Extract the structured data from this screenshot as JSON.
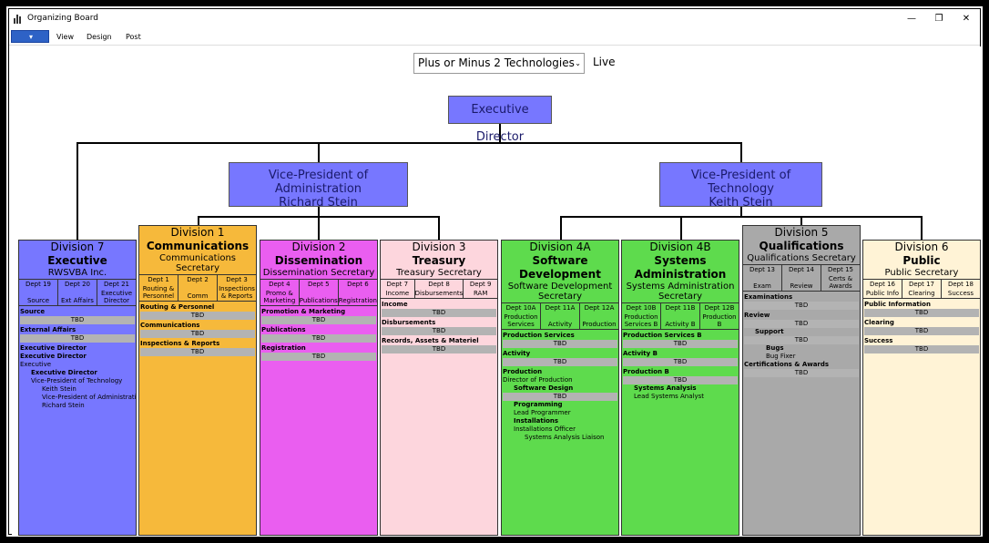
{
  "window": {
    "title": "Organizing Board",
    "minimize": "—",
    "restore": "❐",
    "close": "✕"
  },
  "menu": {
    "app_button": "▾",
    "items": [
      "View",
      "Design",
      "Post"
    ]
  },
  "toolbar": {
    "selector_value": "Plus or Minus 2 Technologies",
    "live_label": "Live"
  },
  "colors": {
    "exec": "#7777ff",
    "div1": "#f6b93b",
    "div2": "#ea5ef0",
    "div3": "#fdd6dd",
    "div4a": "#5edb4d",
    "div4b": "#5edb4d",
    "div5": "#a9a9a9",
    "div6": "#fff3d6",
    "tbd_bar": "#b3b3b3"
  },
  "executive_director": {
    "title": "Executive Director"
  },
  "vp_admin": {
    "title": "Vice-President of Administration",
    "name": "Richard Stein"
  },
  "vp_tech": {
    "title": "Vice-President of Technology",
    "name": "Keith Stein"
  },
  "divisions": [
    {
      "division": "Division 7",
      "name": "Executive",
      "secretary": "RWSVBA Inc.",
      "depts": [
        {
          "num": "Dept 19",
          "label": "Source"
        },
        {
          "num": "Dept 20",
          "label": "Ext Affairs"
        },
        {
          "num": "Dept 21",
          "label": "Executive Director"
        }
      ],
      "functions": [
        {
          "name": "Source",
          "items": [
            "TBD"
          ]
        },
        {
          "name": "External Affairs",
          "items": [
            "TBD"
          ]
        },
        {
          "name": "Executive Director",
          "items": []
        }
      ],
      "hierarchy": [
        "Executive Director",
        "Executive",
        "Executive Director",
        "Vice-President of Technology",
        "Keith Stein",
        "Vice-President of Administration",
        "Richard Stein"
      ]
    },
    {
      "division": "Division 1",
      "name": "Communications",
      "secretary": "Communications Secretary",
      "depts": [
        {
          "num": "Dept 1",
          "label": "Routing & Personnel"
        },
        {
          "num": "Dept 2",
          "label": "Comm"
        },
        {
          "num": "Dept 3",
          "label": "Inspections & Reports"
        }
      ],
      "functions": [
        {
          "name": "Routing & Personnel",
          "items": [
            "TBD"
          ]
        },
        {
          "name": "Communications",
          "items": [
            "TBD"
          ]
        },
        {
          "name": "Inspections & Reports",
          "items": [
            "TBD"
          ]
        }
      ]
    },
    {
      "division": "Division 2",
      "name": "Dissemination",
      "secretary": "Dissemination Secretary",
      "depts": [
        {
          "num": "Dept 4",
          "label": "Promo & Marketing"
        },
        {
          "num": "Dept 5",
          "label": "Publications"
        },
        {
          "num": "Dept 6",
          "label": "Registration"
        }
      ],
      "functions": [
        {
          "name": "Promotion & Marketing",
          "items": [
            "TBD"
          ]
        },
        {
          "name": "Publications",
          "items": [
            "TBD"
          ]
        },
        {
          "name": "Registration",
          "items": [
            "TBD"
          ]
        }
      ]
    },
    {
      "division": "Division 3",
      "name": "Treasury",
      "secretary": "Treasury Secretary",
      "depts": [
        {
          "num": "Dept 7",
          "label": "Income"
        },
        {
          "num": "Dept 8",
          "label": "Disbursements"
        },
        {
          "num": "Dept 9",
          "label": "RAM"
        }
      ],
      "functions": [
        {
          "name": "Income",
          "items": [
            "TBD"
          ]
        },
        {
          "name": "Disbursements",
          "items": [
            "TBD"
          ]
        },
        {
          "name": "Records, Assets & Materiel",
          "items": [
            "TBD"
          ]
        }
      ]
    },
    {
      "division": "Division 4A",
      "name": "Software Development",
      "secretary": "Software Development Secretary",
      "depts": [
        {
          "num": "Dept 10A",
          "label": "Production Services"
        },
        {
          "num": "Dept 11A",
          "label": "Activity"
        },
        {
          "num": "Dept 12A",
          "label": "Production"
        }
      ],
      "functions": [
        {
          "name": "Production Services",
          "items": [
            "TBD"
          ]
        },
        {
          "name": "Activity",
          "items": [
            "TBD"
          ]
        },
        {
          "name": "Production",
          "items": []
        }
      ],
      "extra": [
        {
          "text": "Director of Production",
          "indent": 0,
          "bold": false
        },
        {
          "text": "Software Design",
          "indent": 1,
          "bold": true
        },
        {
          "text": "TBD",
          "tbd": true
        },
        {
          "text": "Programming",
          "indent": 1,
          "bold": true
        },
        {
          "text": "Lead Programmer",
          "indent": 1,
          "bold": false
        },
        {
          "text": "Installations",
          "indent": 1,
          "bold": true
        },
        {
          "text": "Installations Officer",
          "indent": 1,
          "bold": false
        },
        {
          "text": "Systems Analysis Liaison",
          "indent": 2,
          "bold": false
        }
      ]
    },
    {
      "division": "Division 4B",
      "name": "Systems Administration",
      "secretary": "Systems Administration Secretary",
      "depts": [
        {
          "num": "Dept 10B",
          "label": "Production Services B"
        },
        {
          "num": "Dept 11B",
          "label": "Activity B"
        },
        {
          "num": "Dept 12B",
          "label": "Production B"
        }
      ],
      "functions": [
        {
          "name": "Production Services B",
          "items": [
            "TBD"
          ]
        },
        {
          "name": "Activity B",
          "items": [
            "TBD"
          ]
        },
        {
          "name": "Production B",
          "items": [
            "TBD"
          ]
        }
      ],
      "extra": [
        {
          "text": "Systems Analysis",
          "indent": 1,
          "bold": true
        },
        {
          "text": "Lead Systems Analyst",
          "indent": 1,
          "bold": false
        }
      ]
    },
    {
      "division": "Division 5",
      "name": "Qualifications",
      "secretary": "Qualifications Secretary",
      "depts": [
        {
          "num": "Dept 13",
          "label": "Exam"
        },
        {
          "num": "Dept 14",
          "label": "Review"
        },
        {
          "num": "Dept 15",
          "label": "Certs & Awards"
        }
      ],
      "functions": [
        {
          "name": "Examinations",
          "items": [
            "TBD"
          ]
        },
        {
          "name": "Review",
          "items": [
            "TBD"
          ]
        }
      ],
      "extra": [
        {
          "text": "Support",
          "indent": 1,
          "bold": true
        },
        {
          "text": "TBD",
          "tbd": true
        },
        {
          "text": "Bugs",
          "indent": 2,
          "bold": true
        },
        {
          "text": "Bug Fixer",
          "indent": 2,
          "bold": false
        },
        {
          "text": "Certifications & Awards",
          "indent": 0,
          "bold": true
        },
        {
          "text": "TBD",
          "tbd": true
        }
      ]
    },
    {
      "division": "Division 6",
      "name": "Public",
      "secretary": "Public Secretary",
      "depts": [
        {
          "num": "Dept 16",
          "label": "Public Info"
        },
        {
          "num": "Dept 17",
          "label": "Clearing"
        },
        {
          "num": "Dept 18",
          "label": "Success"
        }
      ],
      "functions": [
        {
          "name": "Public Information",
          "items": [
            "TBD"
          ]
        },
        {
          "name": "Clearing",
          "items": [
            "TBD"
          ]
        },
        {
          "name": "Success",
          "items": [
            "TBD"
          ]
        }
      ]
    }
  ]
}
